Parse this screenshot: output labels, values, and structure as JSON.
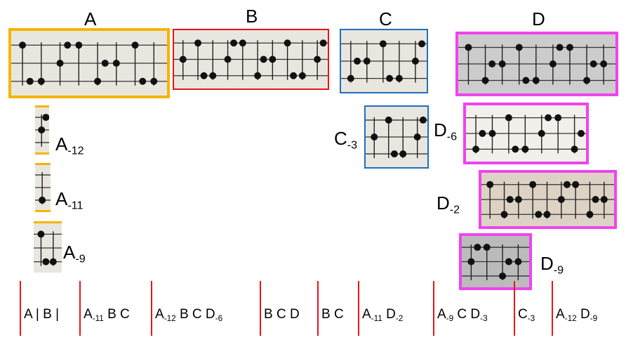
{
  "headers": [
    "A",
    "B",
    "C",
    "D"
  ],
  "colors": {
    "A": "#f5b400",
    "B": "#e8141b",
    "C": "#1f6fbf",
    "D": "#ee44ee",
    "separator": "#e8141b"
  },
  "snippet_labels": {
    "A12": {
      "base": "A",
      "sub": "-12"
    },
    "A11": {
      "base": "A",
      "sub": "-11"
    },
    "A9": {
      "base": "A",
      "sub": "-9"
    },
    "C3": {
      "base": "C",
      "sub": "-3"
    },
    "D6": {
      "base": "D",
      "sub": "-6"
    },
    "D2": {
      "base": "D",
      "sub": "-2"
    },
    "D9": {
      "base": "D",
      "sub": "-9"
    }
  },
  "sequence": [
    {
      "p": [
        "A | B |"
      ]
    },
    {
      "p": [
        "A",
        "-11",
        " B C"
      ]
    },
    {
      "p": [
        "A",
        "-12",
        " B C D",
        "-6"
      ]
    },
    {
      "p": [
        "B C D"
      ]
    },
    {
      "p": [
        "B C"
      ]
    },
    {
      "p": [
        "A",
        "-11",
        " D",
        "-2"
      ]
    },
    {
      "p": [
        "A",
        "-9",
        " C D",
        "-3"
      ]
    },
    {
      "p": [
        "C",
        "-3"
      ]
    },
    {
      "p": [
        "A",
        "-12",
        " D",
        "-9"
      ]
    }
  ]
}
